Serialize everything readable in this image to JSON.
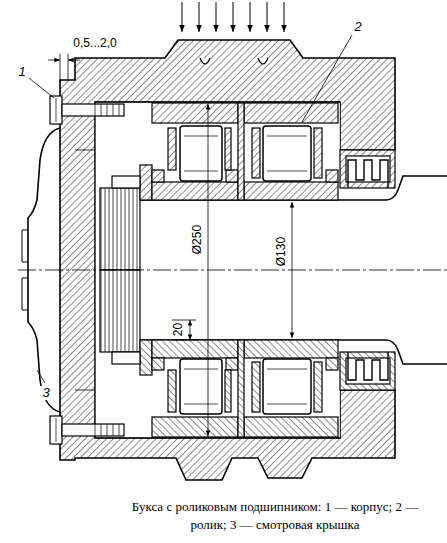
{
  "diagram": {
    "caption": "Букса с роликовым подшипником: 1 — корпус; 2 — ролик; 3 — смотровая крышка",
    "labels": [
      "0,5...2,0",
      "1",
      "2",
      "3",
      "Ø250",
      "Ø130",
      "20"
    ]
  }
}
